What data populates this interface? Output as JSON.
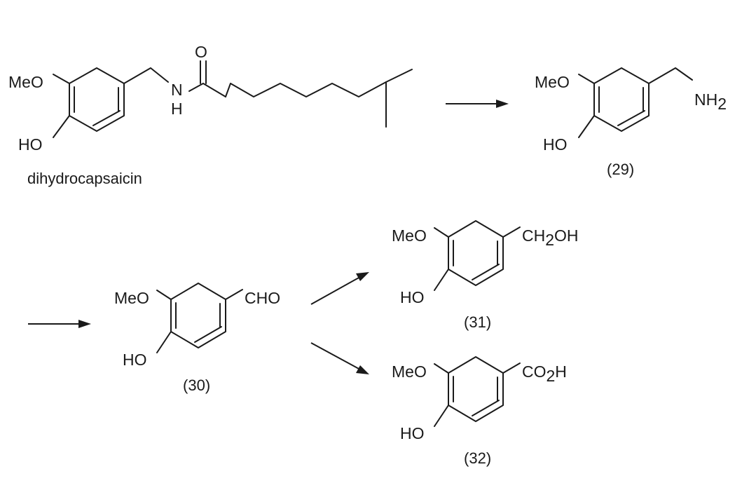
{
  "scheme": {
    "dihydrocapsaicin": {
      "name": "dihydrocapsaicin",
      "meo": "MeO",
      "ho": "HO",
      "o": "O",
      "n": "N",
      "h": "H"
    },
    "c29": {
      "meo": "MeO",
      "ho": "HO",
      "nh": "NH",
      "sub": "2",
      "label_open": "(",
      "label_num": "29",
      "label_close": ")"
    },
    "c30": {
      "meo": "MeO",
      "ho": "HO",
      "cho": "CHO",
      "label_open": "(",
      "label_num": "30",
      "label_close": ")"
    },
    "c31": {
      "meo": "MeO",
      "ho": "HO",
      "ch": "CH",
      "sub": "2",
      "oh": "OH",
      "label_open": "(",
      "label_num": "31",
      "label_close": ")"
    },
    "c32": {
      "meo": "MeO",
      "ho": "HO",
      "co": "CO",
      "sub": "2",
      "h": "H",
      "label_open": "(",
      "label_num": "32",
      "label_close": ")"
    }
  }
}
